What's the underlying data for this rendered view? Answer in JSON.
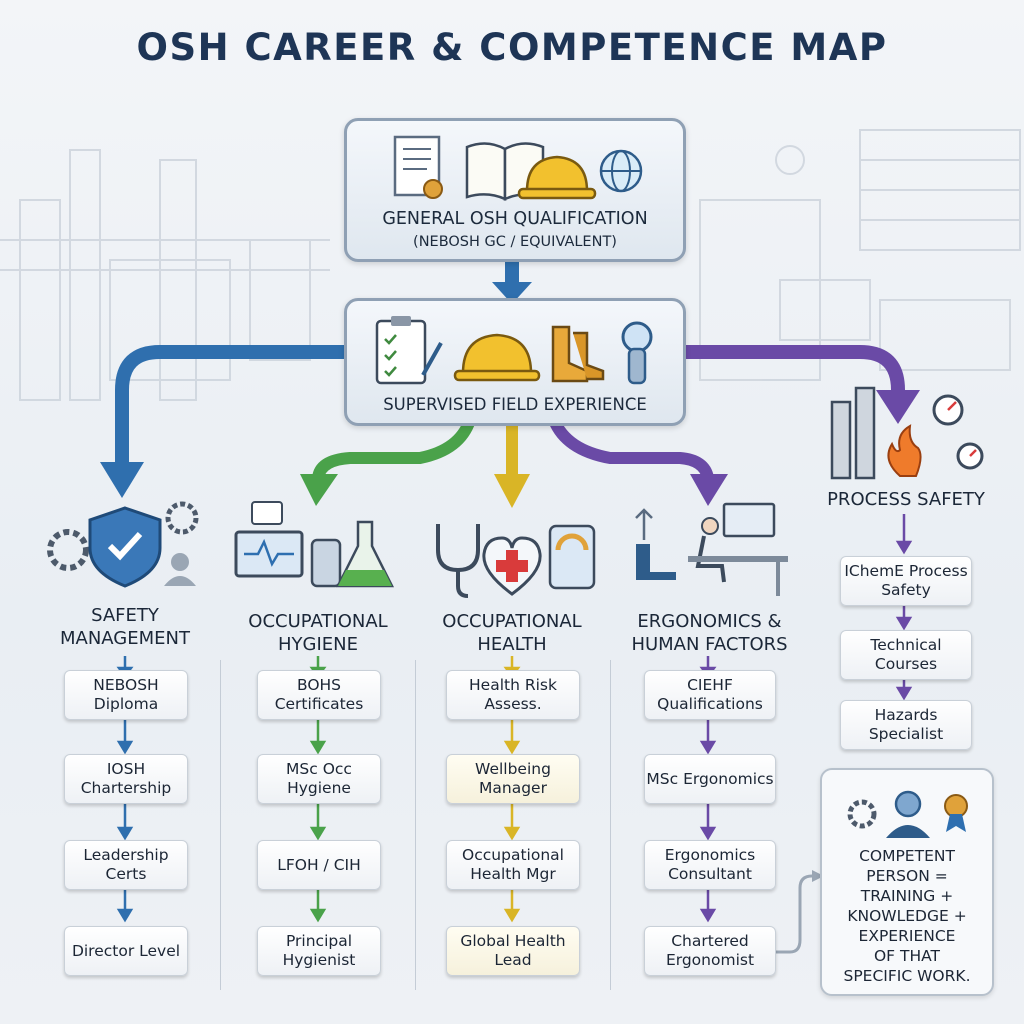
{
  "title": "OSH CAREER & COMPETENCE MAP",
  "top": {
    "line1": "GENERAL OSH QUALIFICATION",
    "line2": "(NEBOSH GC / EQUIVALENT)"
  },
  "middle": {
    "label": "SUPERVISED FIELD EXPERIENCE"
  },
  "colors": {
    "blue": "#2f6fae",
    "green": "#4aa24a",
    "gold": "#d9b526",
    "purple": "#6a4aa6",
    "title": "#1e3556"
  },
  "columns": [
    {
      "line1": "SAFETY",
      "line2": "MANAGEMENT",
      "steps": [
        "NEBOSH Diploma",
        "IOSH Chartership",
        "Leadership Certs",
        "Director Level"
      ],
      "icon": "shield-gears-icon"
    },
    {
      "line1": "OCCUPATIONAL",
      "line2": "HYGIENE",
      "steps": [
        "BOHS Certificates",
        "MSc Occ Hygiene",
        "LFOH / CIH",
        "Principal Hygienist"
      ],
      "icon": "monitor-flask-icon"
    },
    {
      "line1": "OCCUPATIONAL",
      "line2": "HEALTH",
      "steps": [
        "Health Risk Assess.",
        "Wellbeing Manager",
        "Occupational Health Mgr",
        "Global Health Lead"
      ],
      "icon": "stethoscope-heart-icon"
    },
    {
      "line1": "ERGONOMICS &",
      "line2": "HUMAN FACTORS",
      "steps": [
        "CIEHF Qualifications",
        "MSc Ergonomics",
        "Ergonomics Consultant",
        "Chartered Ergonomist"
      ],
      "icon": "workstation-icon"
    },
    {
      "line1": "PROCESS SAFETY",
      "line2": "",
      "steps": [
        "IChemE Process Safety",
        "Technical Courses",
        "Hazards Specialist"
      ],
      "icon": "plant-gauge-icon"
    }
  ],
  "competent": {
    "lines": [
      "COMPETENT",
      "PERSON =",
      "TRAINING +",
      "KNOWLEDGE +",
      "EXPERIENCE",
      "OF THAT",
      "SPECIFIC WORK."
    ]
  }
}
